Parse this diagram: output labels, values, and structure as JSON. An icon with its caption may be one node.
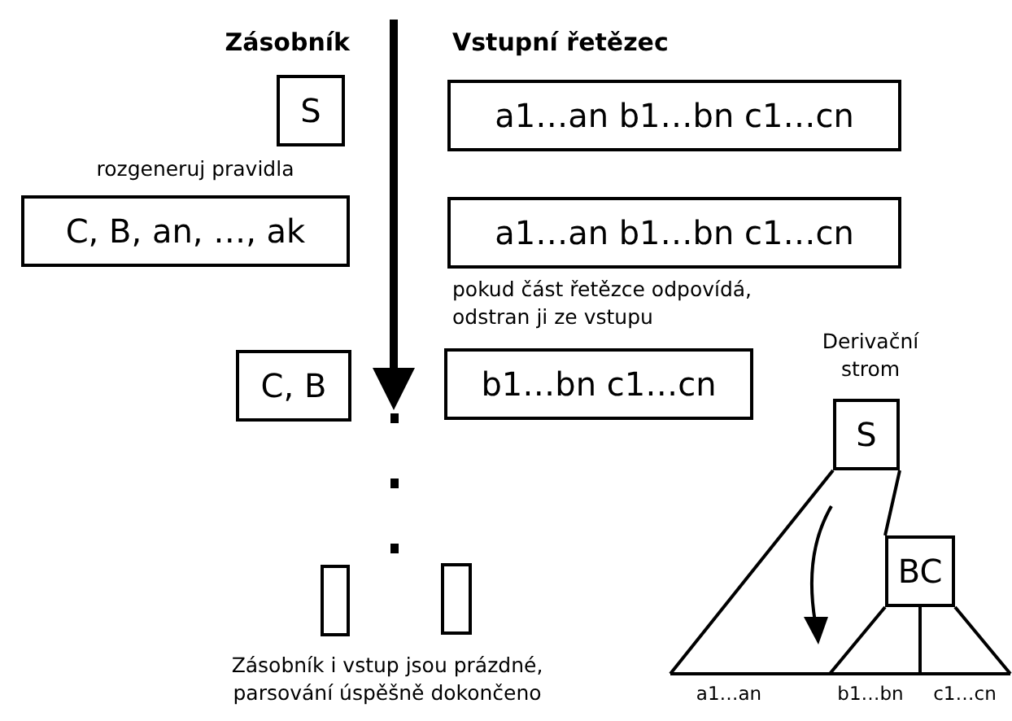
{
  "diagram": {
    "nodes": [
      {
        "text": [
          "S"
        ]
      },
      {
        "text": [
          "a1…an b1…bn c1…cn"
        ]
      },
      {
        "text": [
          "C, B, an, …, ak"
        ]
      },
      {
        "text": [
          "a1…an b1…bn c1…cn"
        ]
      },
      {
        "text": [
          "C, B"
        ]
      },
      {
        "text": [
          "b1…bn c1…cn"
        ]
      },
      {
        "text": [],
        "shape": "box"
      },
      {
        "text": [],
        "shape": "box"
      },
      {
        "text": [
          "S"
        ]
      },
      {
        "text": [
          "BC"
        ]
      }
    ],
    "edges": [
      {
        "from": 8,
        "to": 9,
        "arrow": "none"
      }
    ],
    "labels": [
      "Zásobník",
      "Vstupní řetězec",
      "rozgeneruj pravidla",
      "pokud část řetězce odpovídá, odstran ji ze vstupu",
      "Derivační strom",
      "Zásobník i vstup jsou prázdné, parsování úspěšně dokončeno",
      "a1…an",
      "b1…bn",
      "c1…cn"
    ]
  }
}
